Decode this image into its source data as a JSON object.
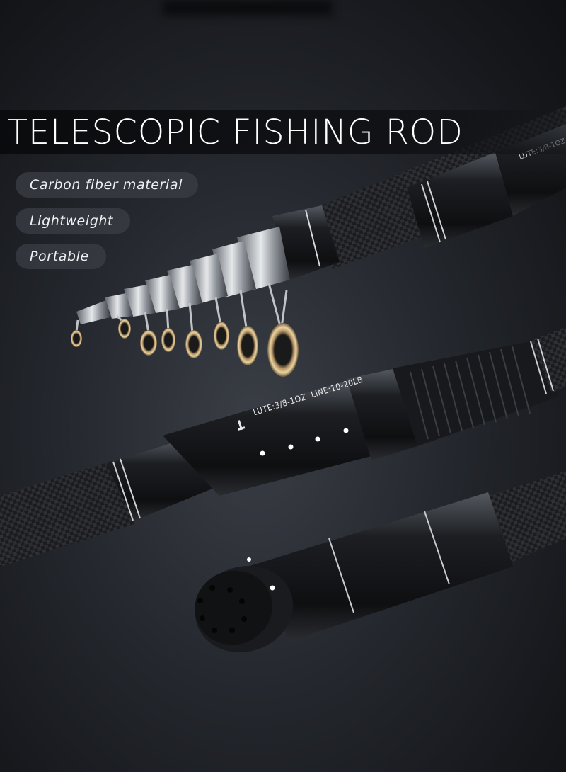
{
  "title": "TELESCOPIC FISHING ROD",
  "features": [
    "Carbon fiber material",
    "Lightweight",
    "Portable"
  ],
  "rod_label": {
    "lure": "LUTE:3/8-1OZ",
    "line": "LINE:10-20LB"
  }
}
